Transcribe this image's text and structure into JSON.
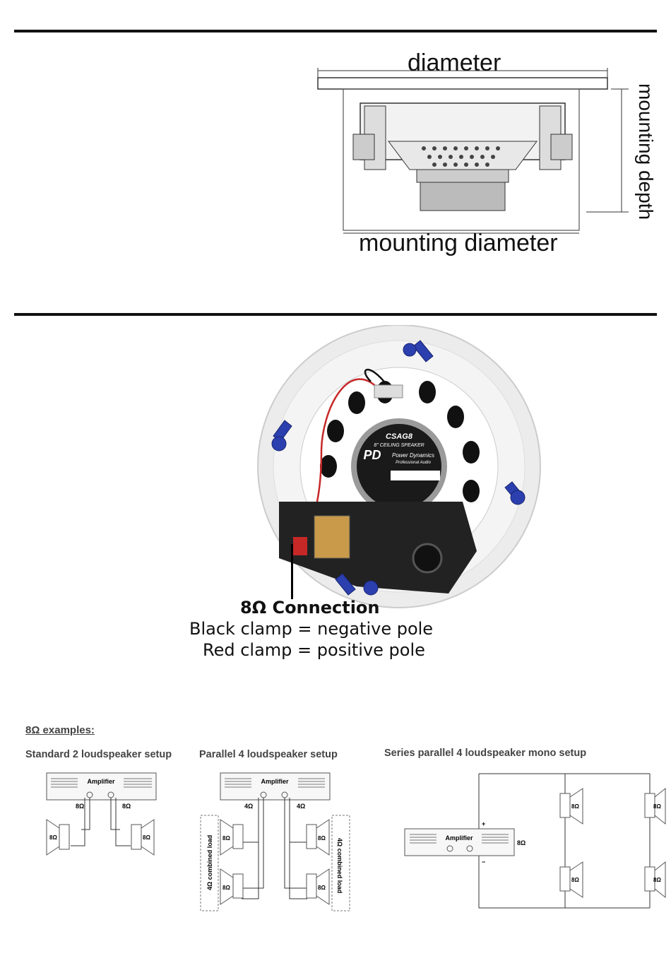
{
  "dimensions": {
    "diameter_label": "diameter",
    "mounting_depth_label": "mounting depth",
    "mounting_diameter_label": "mounting diameter"
  },
  "speaker_label": {
    "model": "CSAG8",
    "type": "8\" CEILING SPEAKER",
    "brand": "Power Dynamics",
    "brand_sub": "Professional Audio",
    "logo": "PD"
  },
  "connection": {
    "title": "8Ω Connection",
    "black": "Black clamp = negative pole",
    "red": "Red clamp = positive pole"
  },
  "examples": {
    "heading": "8Ω examples:",
    "setup1": "Standard 2 loudspeaker setup",
    "setup2": "Parallel 4 loudspeaker setup",
    "setup3": "Series parallel 4 loudspeaker mono setup",
    "amp_label": "Amplifier",
    "ohm8": "8Ω",
    "ohm4": "4Ω",
    "combined_load": "4Ω combined load",
    "plus": "+",
    "minus": "−"
  }
}
